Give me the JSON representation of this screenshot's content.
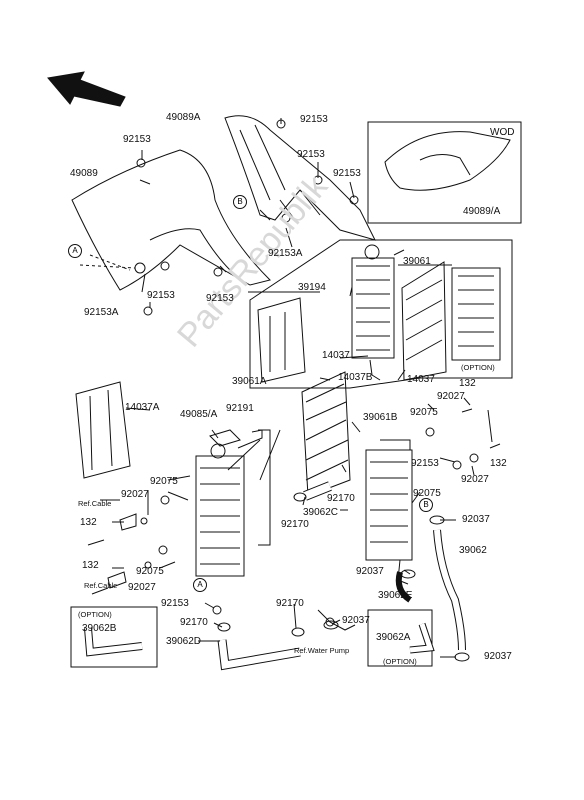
{
  "watermark": "PartsRepublik",
  "labels": {
    "p49089": "49089",
    "p49089A_top": "49089A",
    "p49089A_box": "49089/A",
    "wod": "WOD",
    "p92153_a": "92153",
    "p92153_b": "92153",
    "p92153_c": "92153",
    "p92153_d": "92153",
    "p92153A_1": "92153A",
    "p92153A_2": "92153A",
    "p92153_e": "92153",
    "p92153_f": "92153",
    "p39194": "39194",
    "p39061": "39061",
    "p14037_a": "14037",
    "p14037_b": "14037",
    "p14037B": "14037B",
    "p14037A": "14037A",
    "option1": "(OPTION)",
    "option2": "(OPTION)",
    "option3": "(OPTION)",
    "p39061A": "39061A",
    "p49085A": "49085/A",
    "p92191": "92191",
    "p39061B": "39061B",
    "p92075_a": "92075",
    "p92075_b": "92075",
    "p92075_c": "92075",
    "p92075_d": "92075",
    "p92027_a": "92027",
    "p92027_b": "92027",
    "p92027_c": "92027",
    "p92027_d": "92027",
    "p132_a": "132",
    "p132_b": "132",
    "p132_c": "132",
    "p132_d": "132",
    "refcable1": "Ref.Cable",
    "refcable2": "Ref.Cable",
    "p92170_a": "92170",
    "p92170_b": "92170",
    "p92170_c": "92170",
    "p92170_d": "92170",
    "p39062C": "39062C",
    "p92153_g": "92153",
    "p92153_h": "92153",
    "p92037_a": "92037",
    "p92037_b": "92037",
    "p92037_c": "92037",
    "p92037_d": "92037",
    "p39062": "39062",
    "p39062E": "39062E",
    "p39062A": "39062A",
    "p39062B": "39062B",
    "p39062D": "39062D",
    "refpump": "Ref.Water Pump",
    "circA1": "A",
    "circA2": "A",
    "circB1": "B",
    "circB2": "B"
  }
}
